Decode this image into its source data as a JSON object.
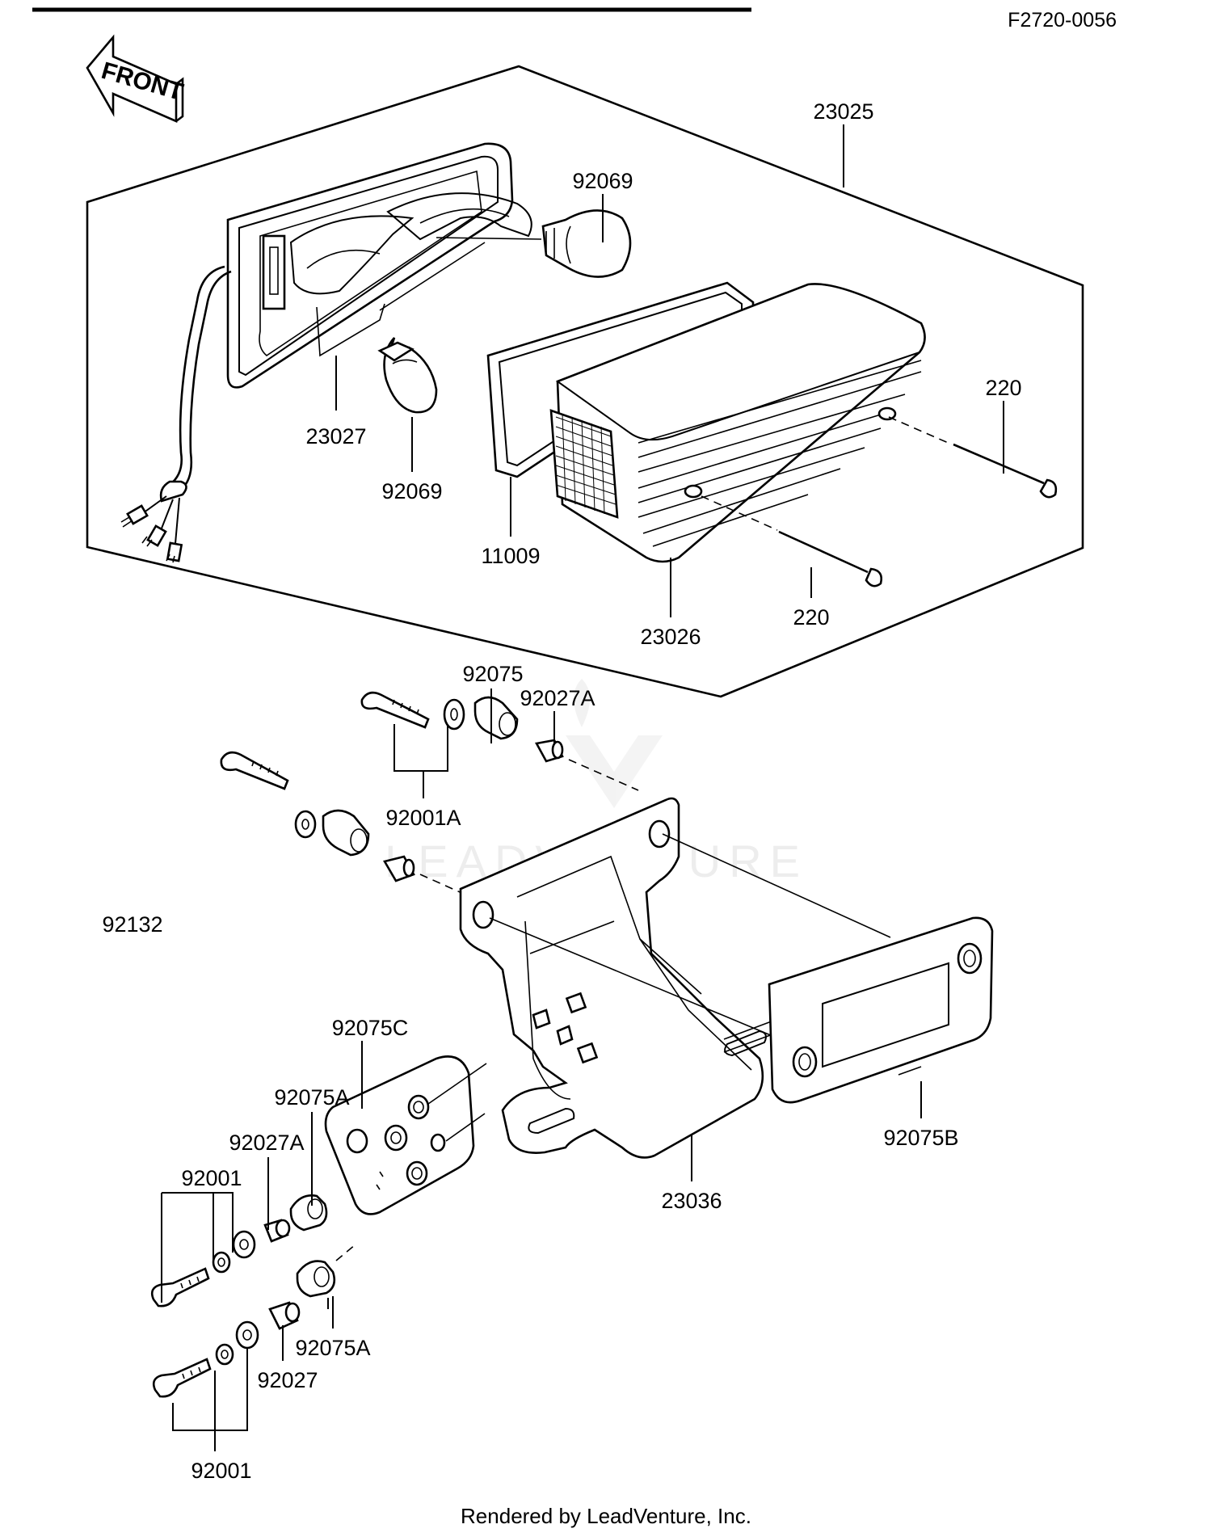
{
  "ref_code": "F2720-0056",
  "front_label": "FRONT",
  "footer": "Rendered by LeadVenture, Inc.",
  "watermark": "LEADVENTURE",
  "callouts": {
    "c23025": "23025",
    "c92069_top": "92069",
    "c23027": "23027",
    "c92069_bottom": "92069",
    "c220_right": "220",
    "c11009": "11009",
    "c23026": "23026",
    "c220_bottom": "220",
    "c92075": "92075",
    "c92027A_top": "92027A",
    "c92001A": "92001A",
    "c92132": "92132",
    "c92075C": "92075C",
    "c92075A_top": "92075A",
    "c92027A_left": "92027A",
    "c92001_top": "92001",
    "c92075B": "92075B",
    "c23036": "23036",
    "c92075A_bottom": "92075A",
    "c92027": "92027",
    "c92001_bottom": "92001"
  }
}
